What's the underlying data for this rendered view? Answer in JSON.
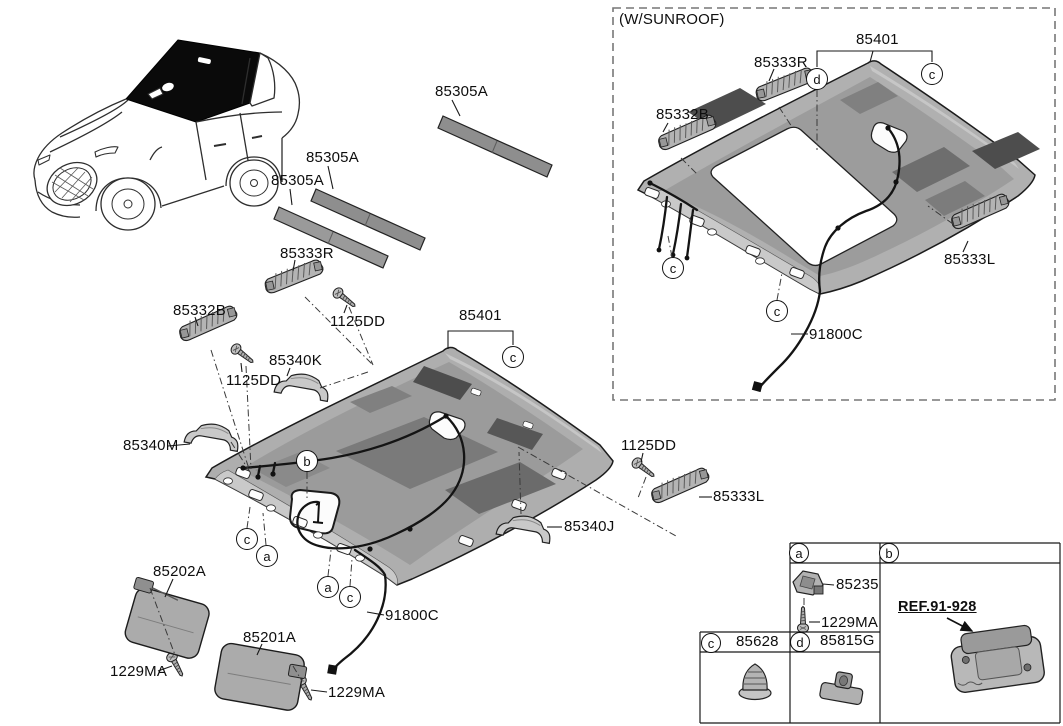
{
  "diagram": {
    "sunroof_box_title": "(W/SUNROOF)",
    "main": {
      "strip_top": "85305A",
      "strip_mid": "85305A",
      "strip_low": "85305A",
      "bracket_right": "85333R",
      "bracket_center": "85332B",
      "bracket_left": "85333L",
      "screw_a": "1125DD",
      "screw_b": "1125DD",
      "screw_c": "1125DD",
      "handle_k": "85340K",
      "handle_m": "85340M",
      "handle_j": "85340J",
      "headliner": "85401",
      "harness": "91800C",
      "visor_left": "85202A",
      "visor_right": "85201A",
      "visor_screw_left": "1229MA",
      "visor_screw_right": "1229MA"
    },
    "sunroof": {
      "bracket_right": "85333R",
      "bracket_center": "85332B",
      "bracket_left": "85333L",
      "headliner": "85401",
      "harness": "91800C"
    },
    "callouts": {
      "a": "a",
      "b": "b",
      "c": "c",
      "d": "d"
    },
    "table": {
      "cell_a": {
        "letter": "a",
        "part": "85235",
        "screw": "1229MA"
      },
      "cell_b": {
        "letter": "b",
        "ref": "REF.91-928"
      },
      "cell_c": {
        "letter": "c",
        "part": "85628"
      },
      "cell_d": {
        "letter": "d",
        "part": "85815G"
      }
    },
    "colors": {
      "line": "#1c1c1c",
      "panel_base": "#aeaeae",
      "panel_field": "#9b9b9b",
      "panel_band": "#c9c9c9",
      "recess_dark": "#4d4d4d",
      "strip": "#8e8e8e"
    }
  }
}
